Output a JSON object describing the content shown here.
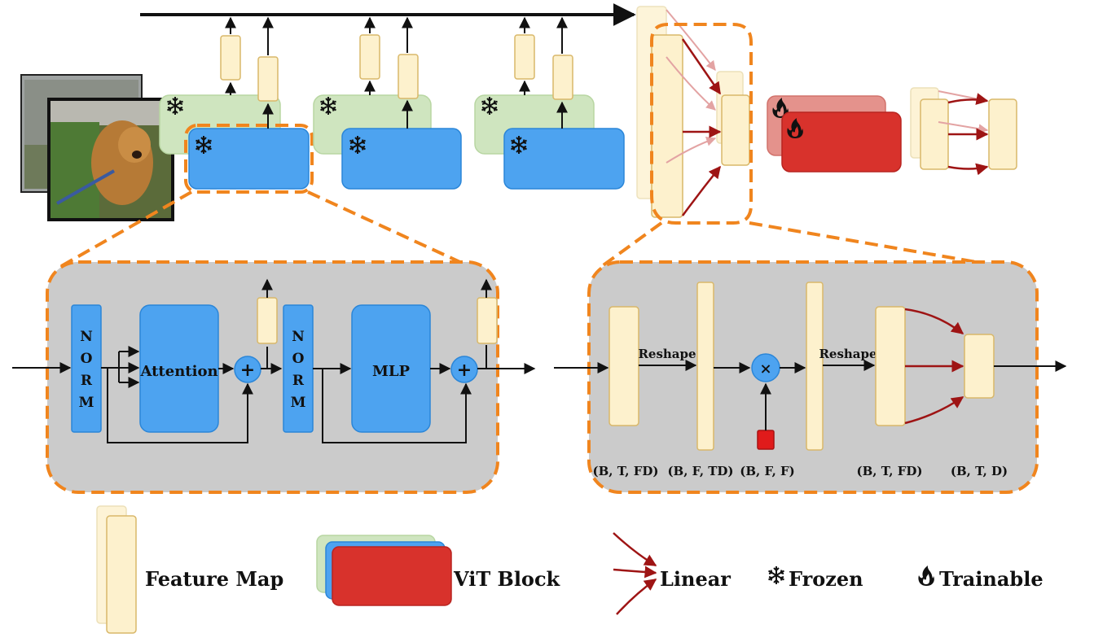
{
  "encoder": {
    "norm_label": [
      "N",
      "O",
      "R",
      "M"
    ],
    "attention_label": "Attention",
    "mlp_label": "MLP",
    "plus_symbol": "+"
  },
  "head": {
    "reshape_label_1": "Reshape",
    "reshape_label_2": "Reshape",
    "times_symbol": "×",
    "dims": [
      "(B, T, FD)",
      "(B, F, TD)",
      "(B, F, F)",
      "(B, T, FD)",
      "(B, T, D)"
    ]
  },
  "legend": {
    "feature_map": "Feature Map",
    "vit_block": "ViT Block",
    "linear": "Linear",
    "frozen": "Frozen",
    "trainable": "Trainable"
  },
  "colors": {
    "feature": "#fdf1cd",
    "feature_stroke": "#d9b86a",
    "frozen_green": "#cfe5bf",
    "blue_block": "#4da3f0",
    "red_block": "#d8322c",
    "panel_gray": "#cbcbcb",
    "dash_orange": "#f0851e",
    "arrow_red": "#9e1414"
  },
  "icons": {
    "frozen": "snowflake-icon",
    "trainable": "flame-icon"
  }
}
